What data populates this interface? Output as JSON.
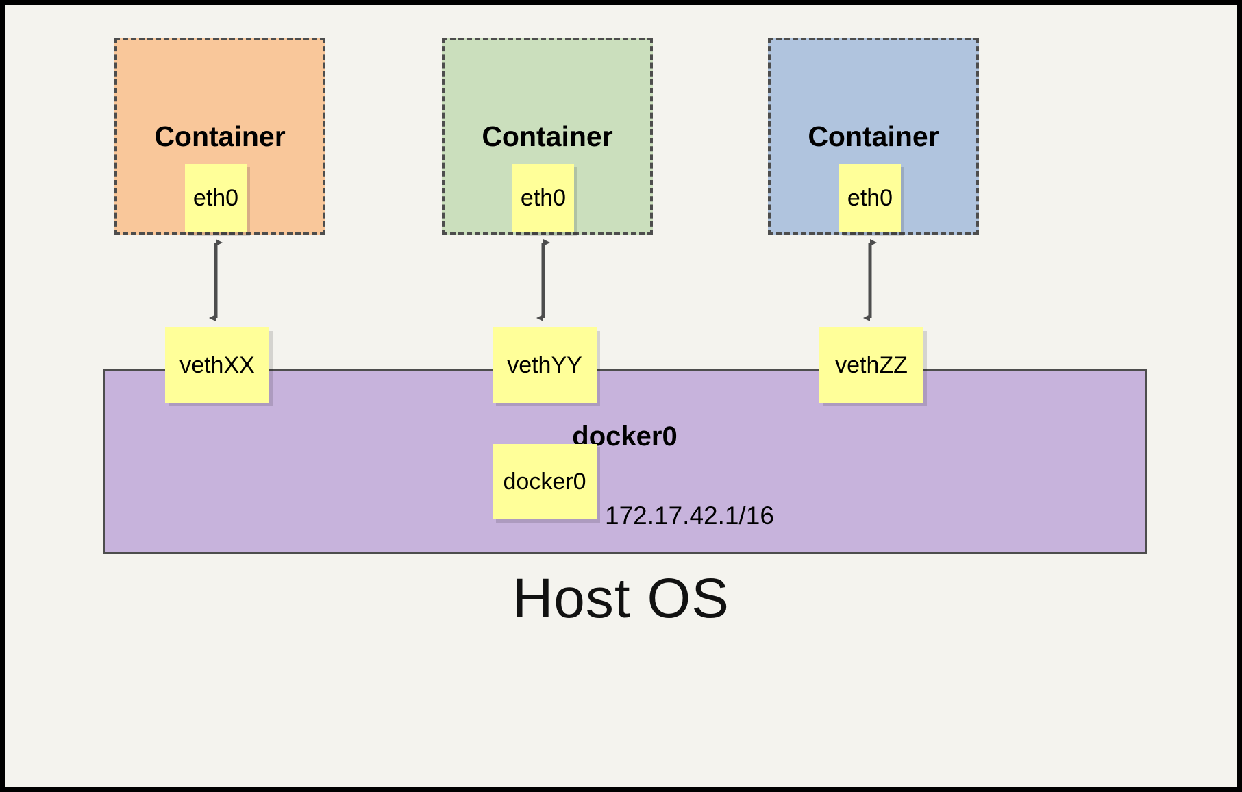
{
  "diagram": {
    "title_text": "Host OS",
    "bridge": {
      "name": "docker0",
      "iface_label": "docker0",
      "ip": "172.17.42.1/16",
      "color": "#c7b3dc"
    },
    "containers": [
      {
        "label": "Container",
        "iface": "eth0",
        "veth": "vethXX",
        "color": "#f9c79a"
      },
      {
        "label": "Container",
        "iface": "eth0",
        "veth": "vethYY",
        "color": "#cbdfbd"
      },
      {
        "label": "Container",
        "iface": "eth0",
        "veth": "vethZZ",
        "color": "#b0c4de"
      }
    ],
    "colors": {
      "background": "#f4f3ee",
      "frame": "#000000",
      "iface_fill": "#ffff99",
      "stroke": "#4d4d4d"
    }
  }
}
